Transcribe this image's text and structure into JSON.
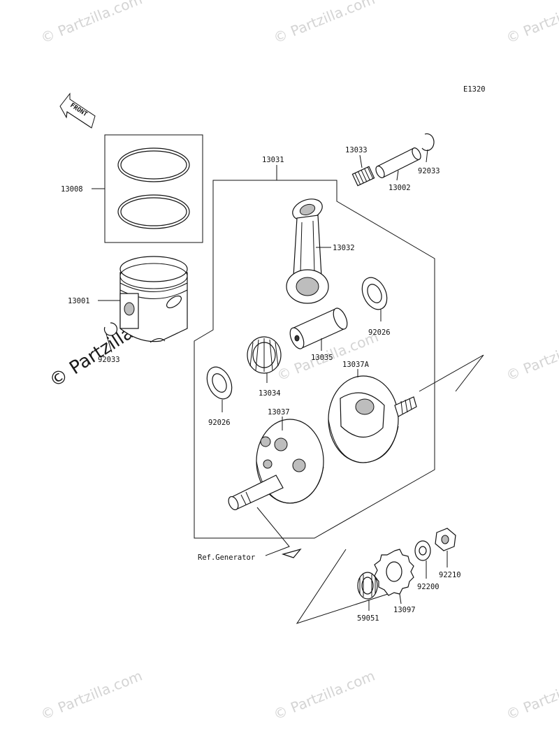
{
  "diagram": {
    "code": "E1320",
    "front_label": "FRONT",
    "ref_generator": "Ref.Generator",
    "labels": {
      "p13008": "13008",
      "p13001": "13001",
      "p92033a": "92033",
      "p13031": "13031",
      "p13033": "13033",
      "p13002": "13002",
      "p92033b": "92033",
      "p13032": "13032",
      "p92026a": "92026",
      "p13035": "13035",
      "p13034": "13034",
      "p13037A": "13037A",
      "p92026b": "92026",
      "p13037": "13037",
      "p92210": "92210",
      "p92200": "92200",
      "p13097": "13097",
      "p59051": "59051"
    },
    "watermark": "© Partzilla.com"
  }
}
